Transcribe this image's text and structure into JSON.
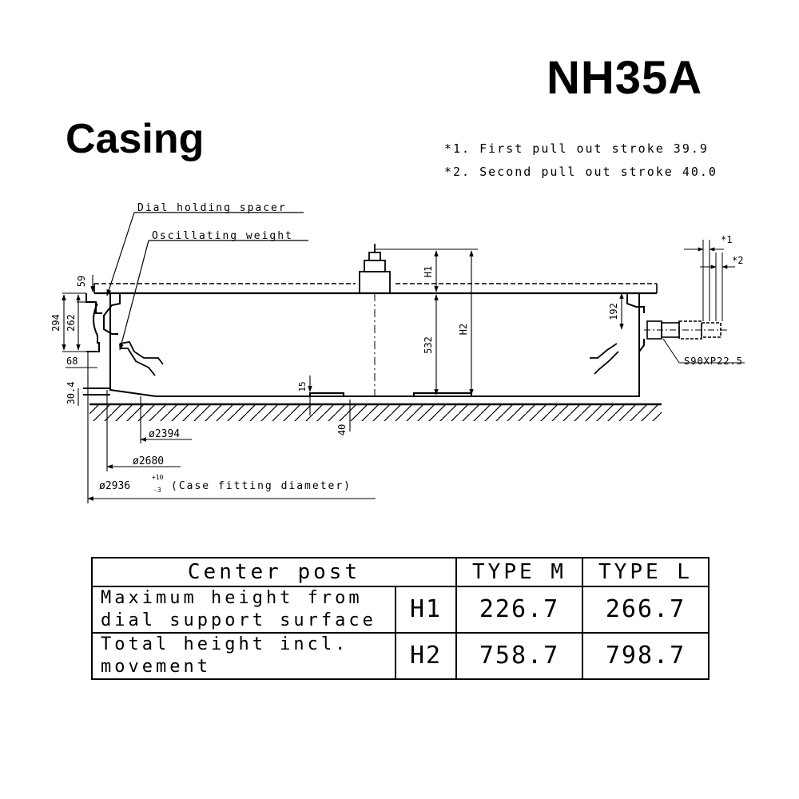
{
  "header": {
    "model": "NH35A",
    "section": "Casing",
    "note1": "*1. First pull out stroke  39.9",
    "note2": "*2. Second pull out stroke 40.0"
  },
  "labels": {
    "dial_holding_spacer": "Dial holding spacer",
    "oscillating_weight": "Oscillating weight",
    "crown_spec": "S90XP22.5",
    "star1": "*1",
    "star2": "*2",
    "case_fitting": "(Case fitting diameter)",
    "tol_plus": "+10",
    "tol_minus": "-3"
  },
  "dimensions": {
    "d59": "59",
    "d294": "294",
    "d262": "262",
    "d68": "68",
    "d30_4": "30.4",
    "h1": "H1",
    "h2": "H2",
    "d532": "532",
    "d192": "192",
    "d15": "15",
    "d40": "40",
    "dia2394": "ø2394",
    "dia2680": "ø2680",
    "dia2936": "ø2936"
  },
  "table": {
    "header": [
      "Center post",
      "TYPE M",
      "TYPE L"
    ],
    "rows": [
      {
        "label_line1": "Maximum height from",
        "label_line2": "dial support surface",
        "code": "H1",
        "type_m": "226.7",
        "type_l": "266.7"
      },
      {
        "label_line1": "Total height incl.",
        "label_line2": "movement",
        "code": "H2",
        "type_m": "758.7",
        "type_l": "798.7"
      }
    ]
  }
}
